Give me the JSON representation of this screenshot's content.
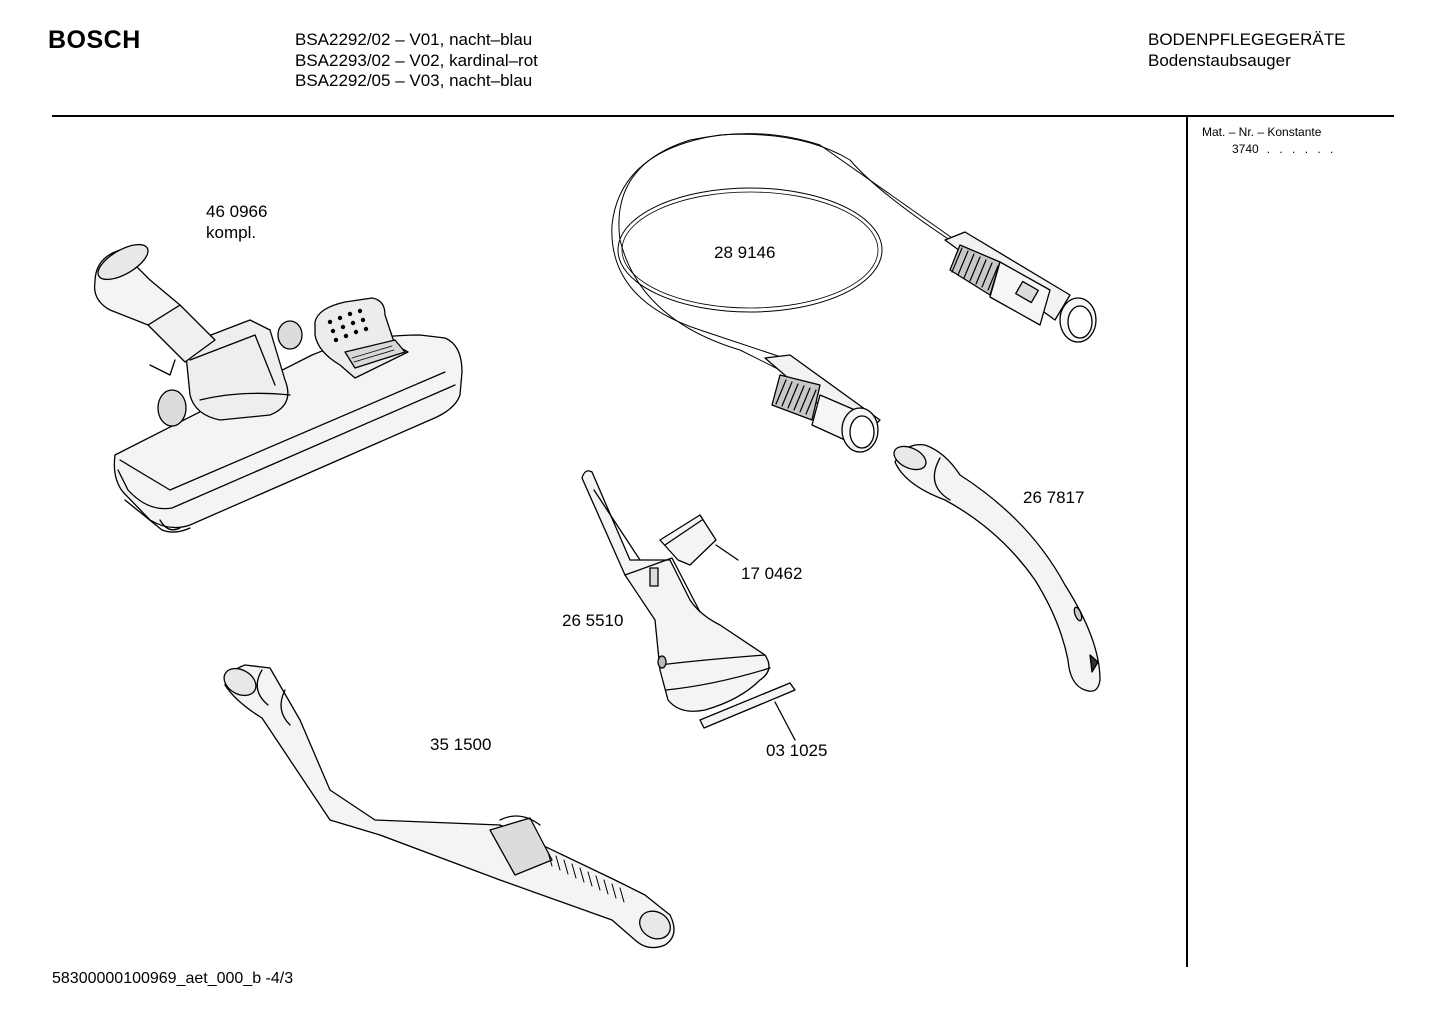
{
  "header": {
    "brand": "BOSCH",
    "models": [
      "BSA2292/02 – V01, nacht–blau",
      "BSA2293/02 – V02, kardinal–rot",
      "BSA2292/05 – V03, nacht–blau"
    ],
    "category": "BODENPFLEGEGERÄTE",
    "subcategory": "Bodenstaubsauger"
  },
  "side_panel": {
    "label": "Mat. – Nr. – Konstante",
    "value": "3740",
    "dots": ". .  . . . ."
  },
  "parts": {
    "floor_nozzle": {
      "number": "46 0966",
      "note": "kompl."
    },
    "hose": {
      "number": "28 9146"
    },
    "handle_tube": {
      "number": "26 7817"
    },
    "clip": {
      "number": "17 0462"
    },
    "upholstery_nozzle": {
      "number": "26 5510"
    },
    "telescopic_tube": {
      "number": "35 1500"
    },
    "strip": {
      "number": "03 1025"
    }
  },
  "footer": {
    "document_id": "58300000100969_aet_000_b -4/3"
  },
  "colors": {
    "ink": "#000000",
    "paper": "#ffffff",
    "part_fill": "#f4f4f4",
    "part_shade": "#d8d8d8"
  }
}
